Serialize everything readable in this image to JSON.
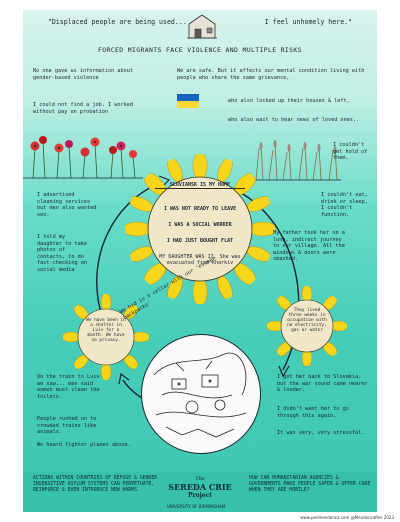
{
  "header": {
    "quote_left": "\"Displaced people are being used...",
    "quote_right": "I feel unhomely here.\"",
    "subtitle": "FORCED MIGRANTS FACE VIOLENCE AND MULTIPLE RISKS"
  },
  "top_left": {
    "t1": "No one gave us information about gender-based violence",
    "t2": "I could not find a job. I worked without pay on probation"
  },
  "top_right": {
    "t1": "We are safe. But it affects our mental condition living with people who share the same grievance,",
    "t2": "who also locked up their houses & left,",
    "t3": "who also wait to hear news of loved ones.."
  },
  "right_side": {
    "t1": "I couldn't get hold of them.",
    "t2": "I couldn't eat, drink or sleep, I couldn't function.",
    "t3": "My father took her on a long, indirect journey to our village. All the windows & doors were smashed.",
    "t4": "I got her back to Slovakia, but the war sound came nearer & louder.",
    "t5": "I didn't want her to go through this again.",
    "t6": "It was very, very stressful."
  },
  "left_side": {
    "t1": "I advertised cleaning services but men also wanted sex.",
    "t2": "I told my daughter to take photos of contacts, to do fact-checking on social media",
    "t3": "On the train to Lviv we saw... men said women must clean the toilets.",
    "t4": "People rushed on to crowded trains like animals.",
    "t5": "We heard fighter planes above."
  },
  "main_sunflower": {
    "header": "SLOVIANSK IS MY HOME",
    "items": [
      "I WAS NOT READY TO LEAVE",
      "I WAS A SOCIAL WORKER",
      "I HAD JUST BOUGHT FLAT",
      "MY DAUGHTER WAS 17. She was evacuated from Kharkiv"
    ]
  },
  "left_sunflower": {
    "text": "We have been in a shelter in Lviv for a month. We have no privacy."
  },
  "right_sunflower": {
    "text": "They lived three weeks in occupation with no electricity, gas or water"
  },
  "cellar_caption": "We hid in a cellar with our 'escape backpacks'",
  "footer": {
    "left": "ACTIONS WITHIN COUNTRIES OF REFUGE & GENDER INSENSITIVE ASYLUM SYSTEMS CAN PERPETUATE, REINFORCE & EVEN INTRODUCE NEW HARMS",
    "brand_line1": "The",
    "brand_line2": "SEREDA CRIE",
    "brand_line3": "Project",
    "uni": "UNIVERSITY OF BIRMINGHAM",
    "right": "HOW CAN HUMANITARIAN AGENCIES & GOVERNMENTS MAKE PEOPLE SAFER & OFFER CARE WHEN THEY ARE MOBILE?",
    "credit": "www.penmendonca.com @MendoncaPen 2023"
  },
  "colors": {
    "sea": "#46cdb8",
    "sunflower_petal": "#f6d51a",
    "sunflower_center": "#f1e7c8",
    "ukraine_blue": "#1565c0",
    "ukraine_yellow": "#fdd835"
  }
}
